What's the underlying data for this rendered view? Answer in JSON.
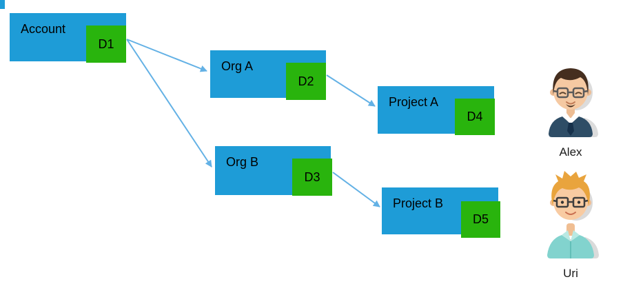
{
  "diagram": {
    "nodes": [
      {
        "label": "Account",
        "badge": "D1"
      },
      {
        "label": "Org A",
        "badge": "D2"
      },
      {
        "label": "Org B",
        "badge": "D3"
      },
      {
        "label": "Project A",
        "badge": "D4"
      },
      {
        "label": "Project B",
        "badge": "D5"
      }
    ],
    "edges": [
      {
        "from": "D1",
        "to": "Org A"
      },
      {
        "from": "D1",
        "to": "Org B"
      },
      {
        "from": "D2",
        "to": "Project A"
      },
      {
        "from": "D3",
        "to": "Project B"
      }
    ],
    "colors": {
      "node_fill": "#1E9CD7",
      "badge_fill": "#29B40D",
      "arrow": "#63B1E5",
      "text": "#000000",
      "background": "#FFFFFF"
    }
  },
  "people": [
    {
      "name": "Alex"
    },
    {
      "name": "Uri"
    }
  ]
}
